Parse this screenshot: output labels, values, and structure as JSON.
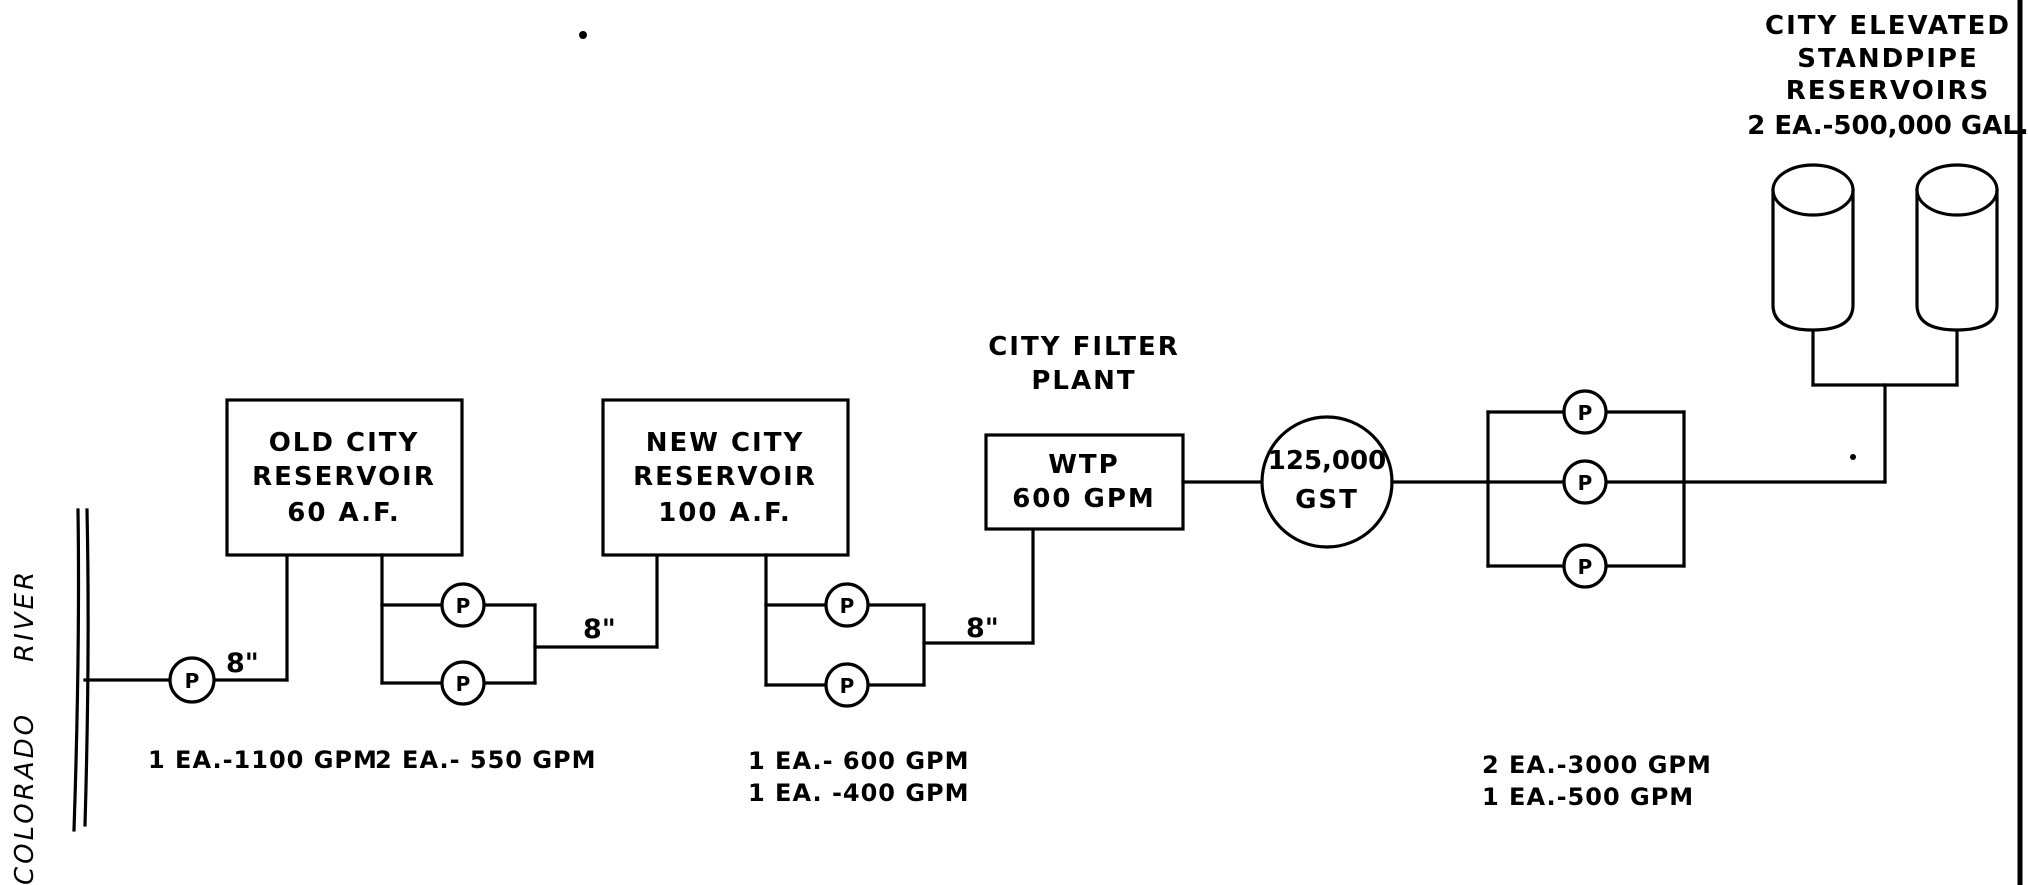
{
  "river": {
    "name1": "COLORADO",
    "name2": "RIVER"
  },
  "old_reservoir": {
    "line1": "OLD CITY",
    "line2": "RESERVOIR",
    "line3": "60 A.F."
  },
  "new_reservoir": {
    "line1": "NEW CITY",
    "line2": "RESERVOIR",
    "line3": "100 A.F."
  },
  "filter_plant": {
    "title1": "CITY FILTER",
    "title2": "PLANT",
    "box1": "WTP",
    "box2": "600 GPM"
  },
  "gst": {
    "line1": "125,000",
    "line2": "GST"
  },
  "standpipes": {
    "title1": "CITY ELEVATED",
    "title2": "STANDPIPE",
    "title3": "RESERVOIRS",
    "title4": "2 EA.-500,000 GAL."
  },
  "pump_symbol": "P",
  "pipe_sizes": [
    "8\"",
    "8\"",
    "8\""
  ],
  "pump_capacities": {
    "river_pump": "1 EA.-1100 GPM",
    "old_res_pumps": "2 EA.- 550 GPM",
    "new_res_pumps_1": "1 EA.- 600 GPM",
    "new_res_pumps_2": "1 EA. -400 GPM",
    "gst_pumps_1": "2 EA.-3000 GPM",
    "gst_pumps_2": "1 EA.-500 GPM"
  }
}
